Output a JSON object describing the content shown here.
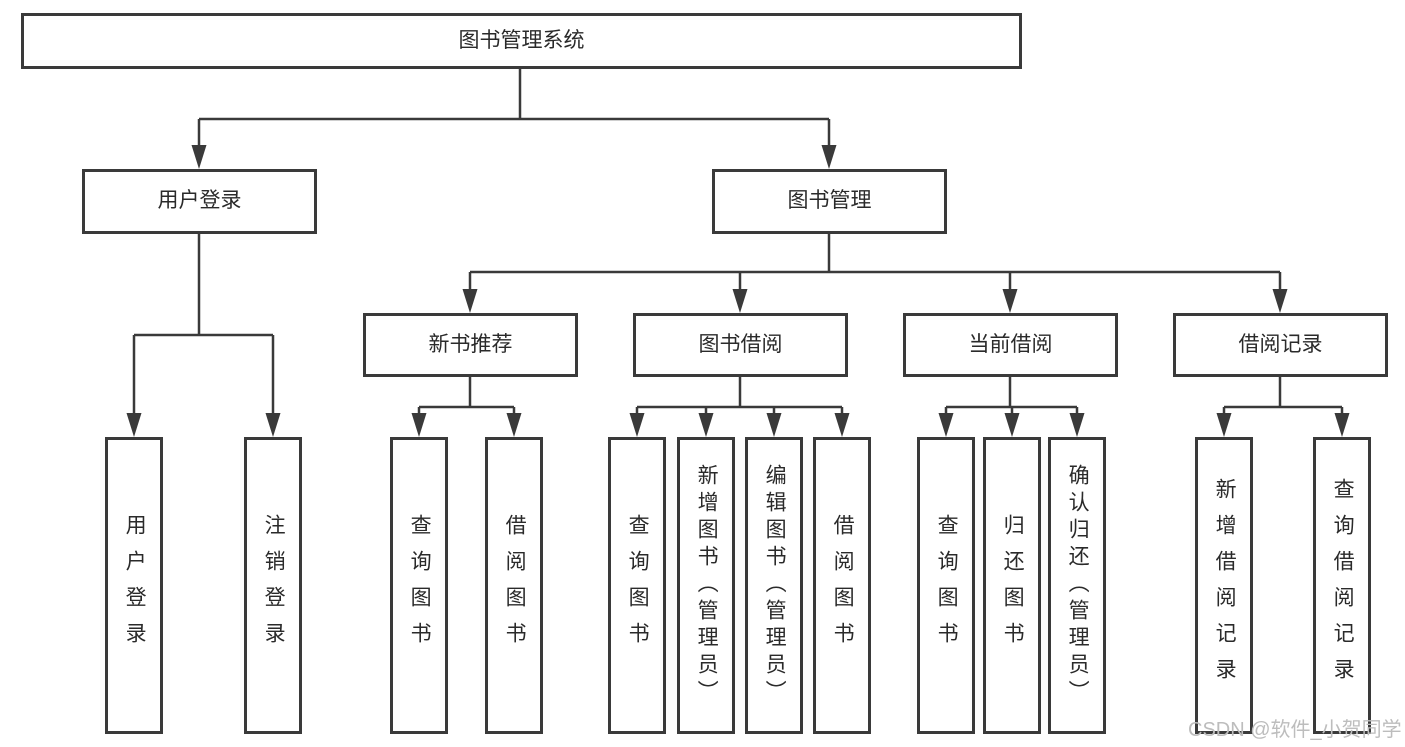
{
  "org_chart": {
    "root": {
      "label": "图书管理系统"
    },
    "level2": [
      {
        "label": "用户登录"
      },
      {
        "label": "图书管理"
      }
    ],
    "level3": [
      {
        "label": "新书推荐"
      },
      {
        "label": "图书借阅"
      },
      {
        "label": "当前借阅"
      },
      {
        "label": "借阅记录"
      }
    ],
    "level4": {
      "user_login_children": [
        "用户登录",
        "注销登录"
      ],
      "new_book_children": [
        "查询图书",
        "借阅图书"
      ],
      "borrow_children": [
        "查询图书",
        "新增图书（管理员）",
        "编辑图书（管理员）",
        "借阅图书"
      ],
      "current_children": [
        "查询图书",
        "归还图书",
        "确认归还（管理员）"
      ],
      "records_children": [
        "新增借阅记录",
        "查询借阅记录"
      ]
    }
  },
  "watermark": "CSDN @软件_小贺同学",
  "colors": {
    "line": "#3a3a3a",
    "text": "#2a2a2a",
    "watermark": "#bdbdbd",
    "background": "#ffffff"
  }
}
